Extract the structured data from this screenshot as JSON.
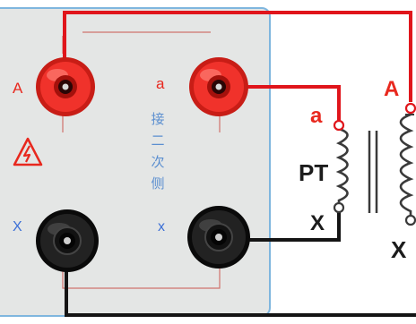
{
  "panel": {
    "label_A": "A",
    "label_X": "X",
    "label_a": "a",
    "label_x": "x",
    "vertical_caption": "接二次侧",
    "warning_symbol": "high-voltage-warning-icon"
  },
  "transformer": {
    "label_a": "a",
    "label_A": "A",
    "label_PT": "PT",
    "label_x": "X",
    "label_X": "X"
  },
  "colors": {
    "panel_bg": "#e4e6e5",
    "panel_border": "#7fb6de",
    "red_wire": "#e0151b",
    "black_wire": "#141414",
    "red_terminal": "#f0322b",
    "black_terminal": "#1a1a1a"
  }
}
